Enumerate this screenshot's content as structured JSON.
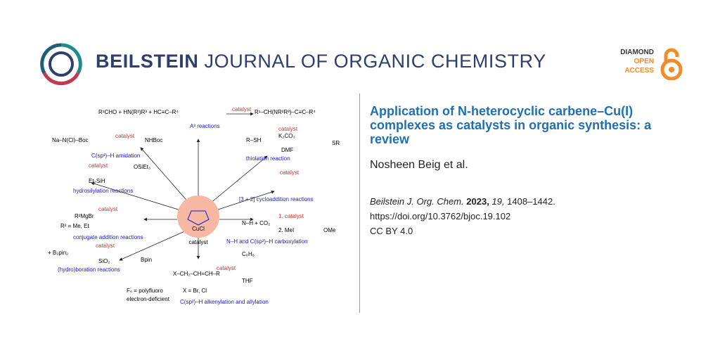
{
  "journal": {
    "name_bold": "BEILSTEIN",
    "name_rest": "JOURNAL OF ORGANIC CHEMISTRY",
    "logo_icon": "beilstein-rings-logo"
  },
  "open_access": {
    "line1": "DIAMOND",
    "line2": "OPEN",
    "line3": "ACCESS",
    "icon": "open-lock-icon"
  },
  "article": {
    "title": "Application of N-heterocyclic carbene–Cu(I) complexes as catalysts in organic synthesis: a review",
    "authors": "Nosheen Beig et al.",
    "journal_abbrev": "Beilstein J. Org. Chem.",
    "year": "2023,",
    "volume": "19,",
    "pages": "1408–1442.",
    "doi": "https://doi.org/10.3762/bjoc.19.102",
    "license": "CC BY 4.0"
  },
  "graphic": {
    "a3_reagents": "R¹CHO  +  HN(R²)R³  +  HC≡C–R⁴",
    "a3_product": "R¹–CH(NR²R³)–C≡C–R⁴",
    "a3_label": "A³ reactions",
    "amidation_reagent": "Na–N(Cl)–Boc",
    "amidation_product": "NHBoc",
    "amidation_label": "C(sp³)–H amidation",
    "thiolation_reagent": "R–SH",
    "thiolation_cond1": "K₂CO₃",
    "thiolation_cond2": "DMF",
    "thiolation_product": "SR",
    "thiolation_label": "thiolation reaction",
    "hydrosilylation_reagent": "Et₃SiH",
    "hydrosilylation_product": "OSiEt₃",
    "hydrosilylation_label": "hydrosilylation reactions",
    "cycloaddition_label": "[3 + 2] cycloaddition reactions",
    "conjugate_reagent": "R²MgBr",
    "conjugate_note": "R² = Me, Et",
    "conjugate_label": "conjugate addition reactions",
    "carboxylation_reagent": "N–H + CO₂",
    "carboxylation_step1": "1. catalyst",
    "carboxylation_step2": "2. MeI",
    "carboxylation_product": "OMe",
    "carboxylation_label": "N–H and C(sp²)–H carboxylation",
    "boration_reagent": "+ B₂pin₂",
    "boration_cond": "SiO₂",
    "boration_product": "Bpin",
    "boration_label": "(hydro)boration reactions",
    "alkenylation_reagent": "X–CH₂–CH=CH–R",
    "alkenylation_note": "X = Br, Cl",
    "fn_note1": "Fₙ = polyfluoro",
    "fn_note2": "electron-deficient",
    "solvent1": "C₆H₆",
    "solvent2": "THF",
    "alkenylation_label": "C(sp²)–H alkenylation and allylation",
    "catalyst_word": "catalyst",
    "center_label": "CuCl",
    "center_caption": "catalyst",
    "colors": {
      "catalyst": "#e03030",
      "label": "#1a1acc",
      "center": "#f6b7a3"
    }
  }
}
